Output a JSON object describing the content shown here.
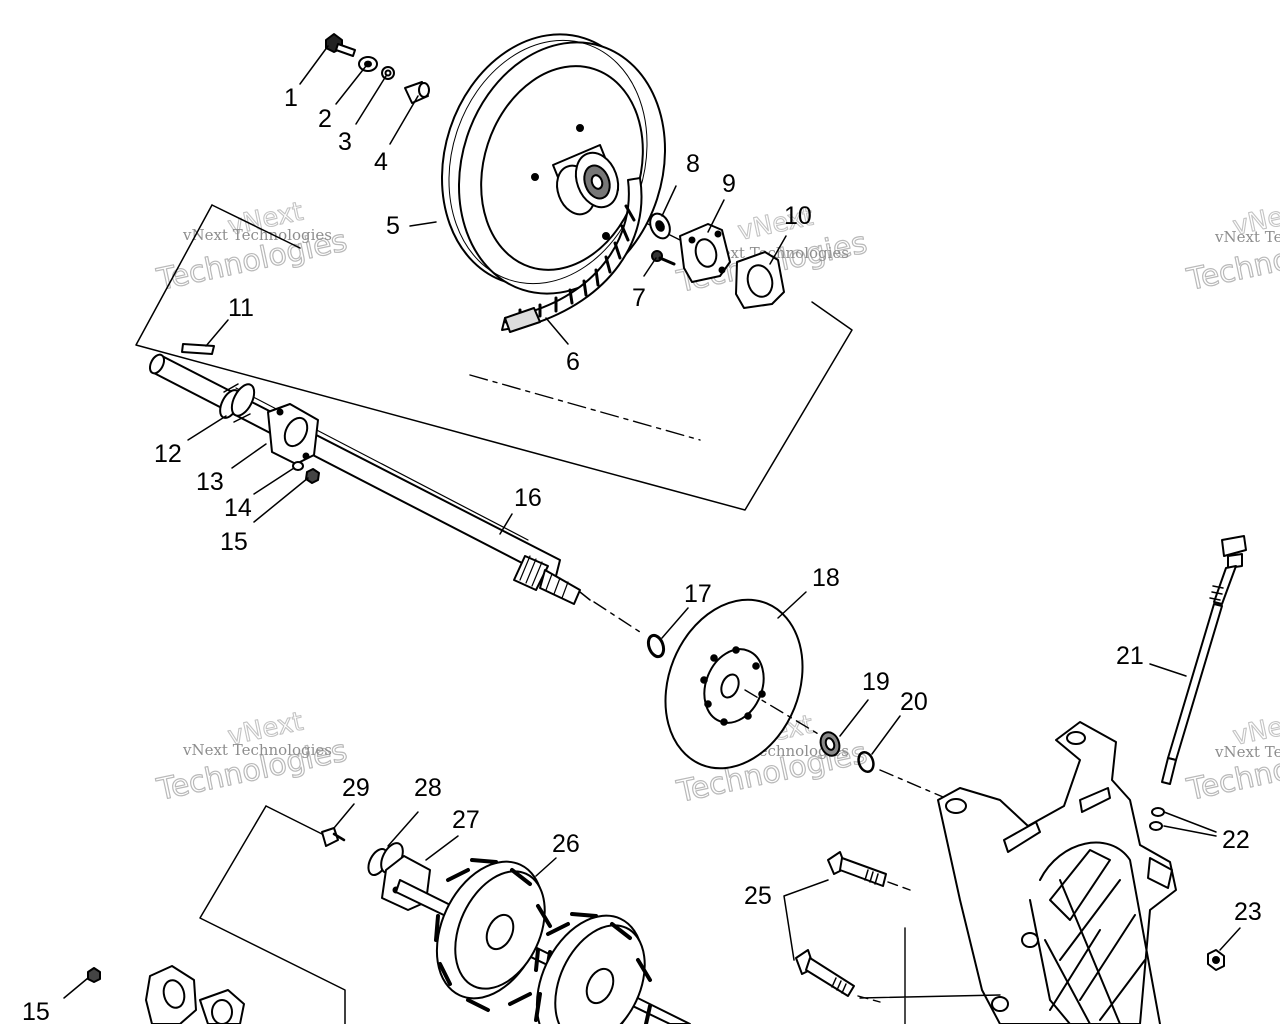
{
  "callouts": [
    "1",
    "2",
    "3",
    "4",
    "5",
    "6",
    "7",
    "8",
    "9",
    "10",
    "11",
    "12",
    "13",
    "14",
    "15",
    "16",
    "17",
    "18",
    "19",
    "20",
    "21",
    "22",
    "23",
    "25",
    "26",
    "27",
    "28",
    "29",
    "15"
  ],
  "watermark": {
    "line_small": "vNext Technologies",
    "line_big": "Technologies",
    "line_top": "vNext"
  }
}
